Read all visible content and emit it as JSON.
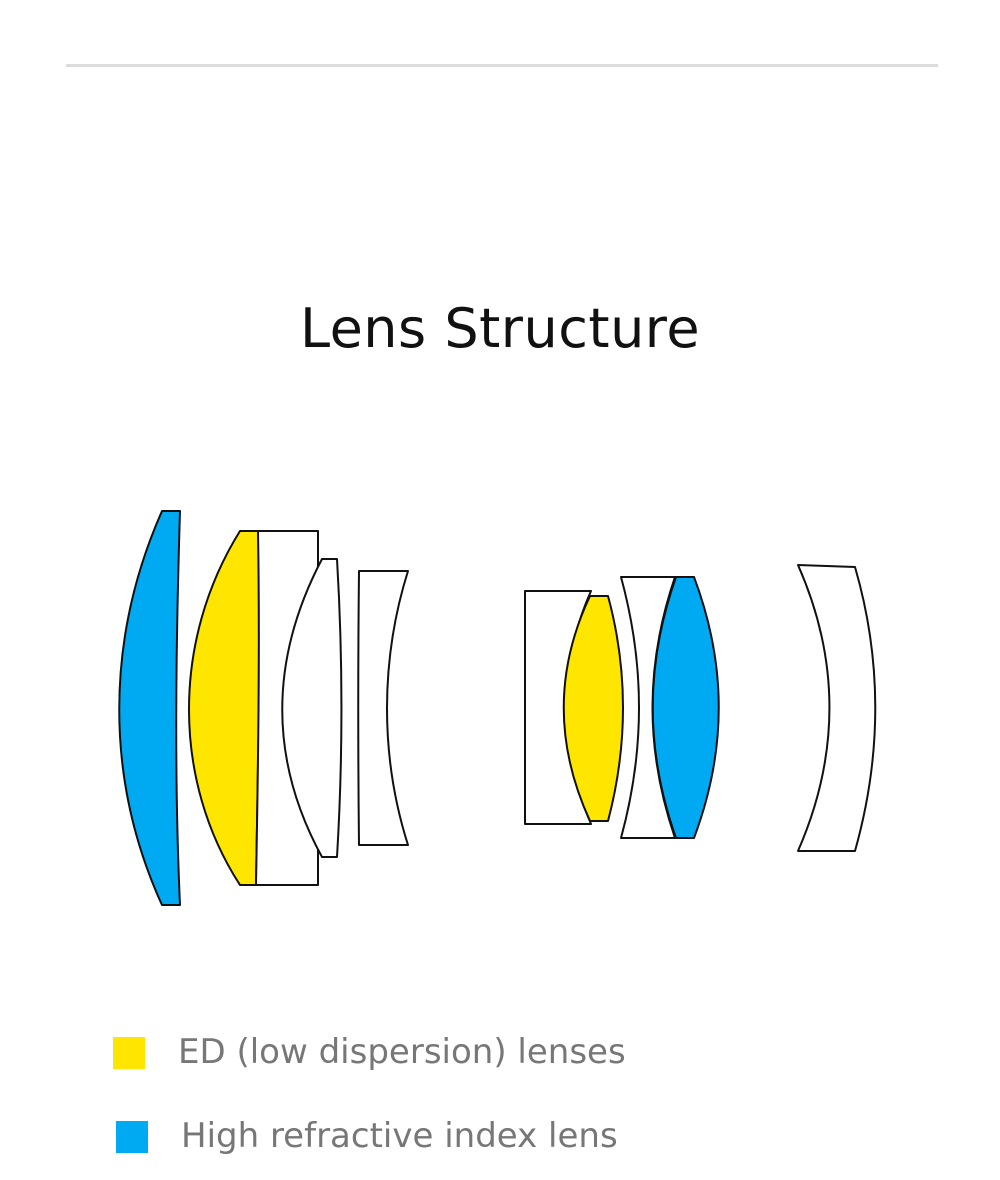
{
  "title": "Lens Structure",
  "colors": {
    "ed": "#ffe600",
    "high_index": "#00aaf2",
    "plain": "#ffffff",
    "outline": "#111111"
  },
  "lens_elements": [
    {
      "name": "element-1",
      "type": "high_index"
    },
    {
      "name": "element-2",
      "type": "ed"
    },
    {
      "name": "element-3",
      "type": "plain"
    },
    {
      "name": "element-4",
      "type": "plain"
    },
    {
      "name": "element-5",
      "type": "plain"
    },
    {
      "name": "element-6",
      "type": "plain"
    },
    {
      "name": "element-7",
      "type": "ed"
    },
    {
      "name": "element-8",
      "type": "plain"
    },
    {
      "name": "element-9",
      "type": "high_index"
    },
    {
      "name": "element-10",
      "type": "plain"
    }
  ],
  "legend": [
    {
      "label": "ED (low dispersion) lenses",
      "color": "#ffe600"
    },
    {
      "label": "High refractive index lens",
      "color": "#00aaf2"
    }
  ]
}
